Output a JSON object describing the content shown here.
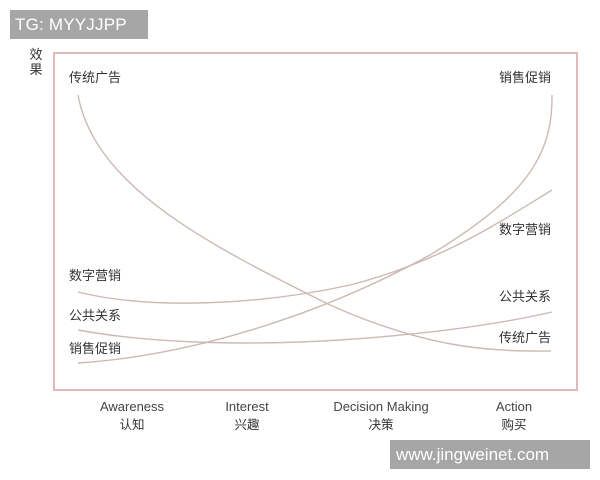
{
  "watermarks": {
    "top": "TG: MYYJJPP",
    "bottom": "www.jingweinet.com"
  },
  "colors": {
    "frame": "#e2b9b9",
    "curve": "#cbbab6",
    "text": "#333333",
    "watermark_bg": "#a6a6a6"
  },
  "chart_data": {
    "type": "line",
    "title": "",
    "xlabel": "",
    "ylabel": "效果",
    "categories": [
      {
        "en": "Awareness",
        "zh": "认知"
      },
      {
        "en": "Interest",
        "zh": "兴趣"
      },
      {
        "en": "Decision Making",
        "zh": "决策"
      },
      {
        "en": "Action",
        "zh": "购买"
      }
    ],
    "ylim": [
      0,
      10
    ],
    "grid": false,
    "legend_position": "inline labels at both ends of each curve",
    "series": [
      {
        "name": "传统广告",
        "values": [
          9.5,
          4.0,
          2.0,
          1.3
        ],
        "start_label": "传统广告",
        "end_label": "传统广告"
      },
      {
        "name": "销售促销",
        "values": [
          0.8,
          2.2,
          4.2,
          9.5
        ],
        "start_label": "销售促销",
        "end_label": "销售促销"
      },
      {
        "name": "数字营销",
        "values": [
          3.0,
          2.8,
          3.9,
          6.1
        ],
        "start_label": "数字营销",
        "end_label": "数字营销"
      },
      {
        "name": "公共关系",
        "values": [
          1.8,
          1.5,
          1.6,
          2.3
        ],
        "start_label": "公共关系",
        "end_label": "公共关系"
      }
    ]
  },
  "labels": {
    "left": {
      "traditional": "传统广告",
      "digital": "数字营销",
      "pr": "公共关系",
      "promo": "销售促销"
    },
    "right": {
      "promo": "销售促销",
      "digital": "数字营销",
      "pr": "公共关系",
      "traditional": "传统广告"
    }
  }
}
